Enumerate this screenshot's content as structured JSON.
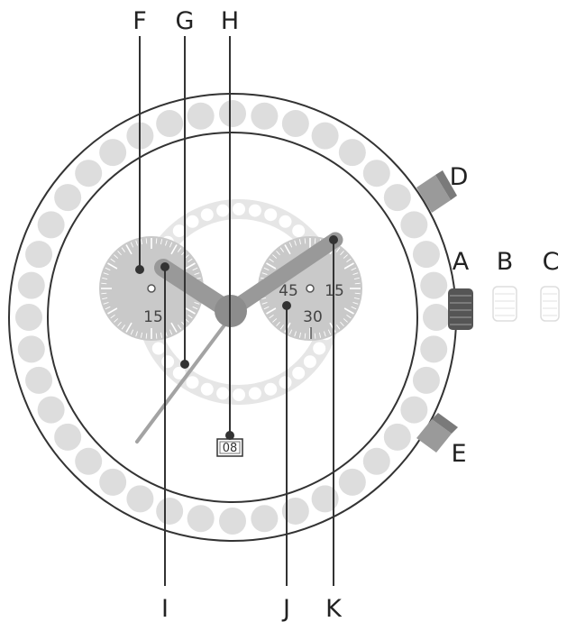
{
  "labels": {
    "F": "F",
    "G": "G",
    "H": "H",
    "D": "D",
    "A": "A",
    "B": "B",
    "C": "C",
    "E": "E",
    "I": "I",
    "J": "J",
    "K": "K"
  },
  "subdial_left": {
    "bottom_number": "15"
  },
  "subdial_right": {
    "left_number": "45",
    "right_number": "15",
    "bottom_number": "30"
  },
  "date_window": "08",
  "colors": {
    "line": "#333333",
    "bezel_dot": "#dddddd",
    "subdial": "#c9c9c9",
    "hand": "#9a9a9a",
    "crown": "#555555"
  }
}
